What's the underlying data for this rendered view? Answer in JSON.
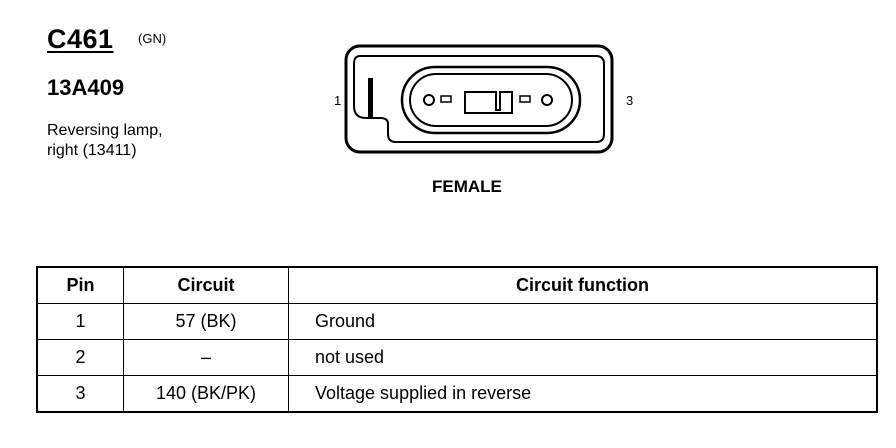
{
  "connector": {
    "id": "C461",
    "color": "(GN)",
    "part_number": "13A409",
    "description_line1": "Reversing lamp,",
    "description_line2": "right (13411)"
  },
  "diagram": {
    "pin_left": "1",
    "pin_right": "3",
    "gender": "FEMALE"
  },
  "table": {
    "headers": {
      "pin": "Pin",
      "circuit": "Circuit",
      "function": "Circuit function"
    },
    "rows": [
      {
        "pin": "1",
        "circuit": "57 (BK)",
        "function": "Ground"
      },
      {
        "pin": "2",
        "circuit": "–",
        "function": "not used"
      },
      {
        "pin": "3",
        "circuit": "140 (BK/PK)",
        "function": "Voltage supplied in reverse"
      }
    ]
  }
}
